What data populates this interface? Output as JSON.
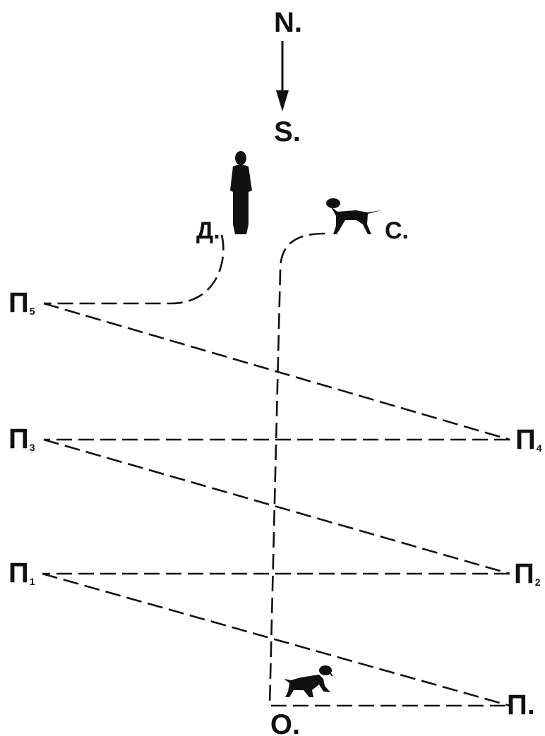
{
  "compass": {
    "north": "N.",
    "south": "S."
  },
  "labels": {
    "handler": "Д.",
    "dog_start": "С.",
    "origin": "О."
  },
  "turn_points": [
    {
      "letter": "П",
      "index": "5",
      "side": "left"
    },
    {
      "letter": "П",
      "index": "4",
      "side": "right"
    },
    {
      "letter": "П",
      "index": "3",
      "side": "left"
    },
    {
      "letter": "П",
      "index": "2",
      "side": "right"
    },
    {
      "letter": "П",
      "index": "1",
      "side": "left"
    },
    {
      "letter": "П.",
      "index": "",
      "side": "right"
    }
  ],
  "colors": {
    "ink": "#111111",
    "background": "#ffffff"
  },
  "icons": {
    "person": "standing-person-silhouette-icon",
    "dog_top": "pointing-dog-silhouette-icon",
    "dog_bottom": "walking-dog-silhouette-icon",
    "arrow": "arrow-down-icon"
  }
}
